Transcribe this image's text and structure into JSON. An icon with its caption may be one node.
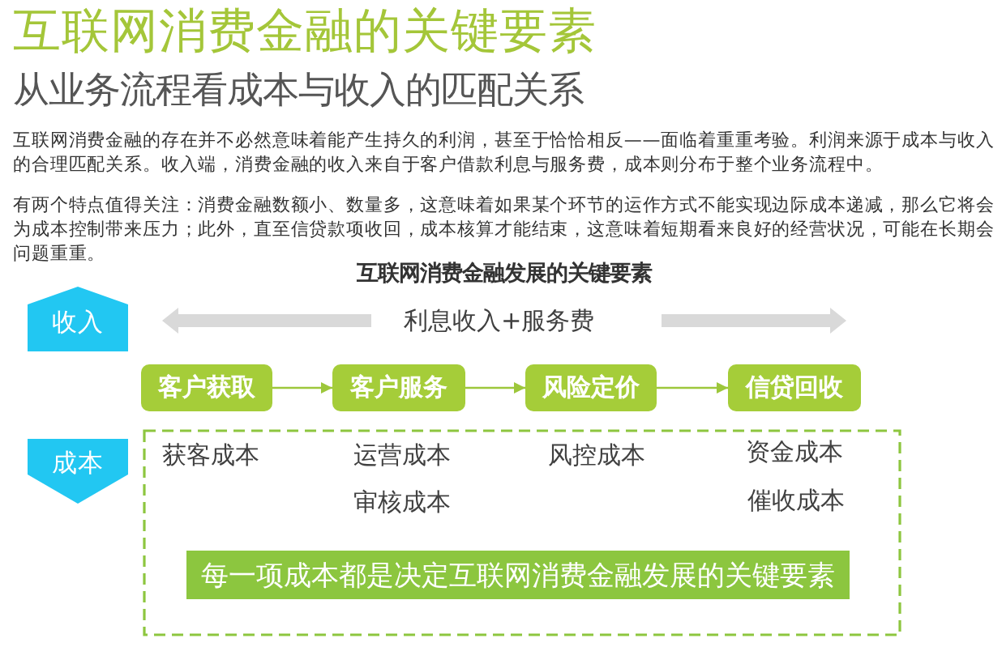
{
  "diagram": {
    "title": "互联网消费金融的关键要素",
    "nodes": [
      {
        "text": [
          "收入"
        ]
      },
      {
        "text": [
          "客户获取"
        ]
      },
      {
        "text": [
          "客户服务"
        ]
      },
      {
        "text": [
          "风险定价"
        ]
      },
      {
        "text": [
          "信贷回收"
        ]
      },
      {
        "text": [
          "成本"
        ]
      },
      {
        "text": [
          "获客成本",
          "运营成本",
          "风控成本",
          "资金成本",
          "审核成本",
          "催收成本"
        ]
      },
      {
        "text": [
          "每一项成本都是决定互联网消费金融发展的关键要素"
        ],
        "in": 6
      }
    ],
    "edges": [
      {
        "from": 1,
        "to": 2,
        "arrow": "to"
      },
      {
        "from": 2,
        "to": 3,
        "arrow": "to"
      },
      {
        "from": 3,
        "to": 4,
        "arrow": "to"
      }
    ],
    "labels": [
      "从业务流程看成本与收入的匹配关系",
      "互联网消费金融的存在并不必然意味着能产生持久的利润，甚至于恰恰相反——面临着重重考验。利润来源于成本与收入的合理匹配关系。收入端，消费金融的收入来自于客户借款利息与服务费，成本则分布于整个业务流程中。",
      "有两个特点值得关注：消费金融数额小、数量多，这意味着如果某个环节的运作方式不能实现边际成本递减，那么它将会为成本控制带来压力；此外，直至信贷款项收回，成本核算才能结束，这意味着短期看来良好的经营状况，可能在长期会问题重重。",
      "互联网消费金融发展的关键要素",
      "利息收入+服务费"
    ]
  }
}
